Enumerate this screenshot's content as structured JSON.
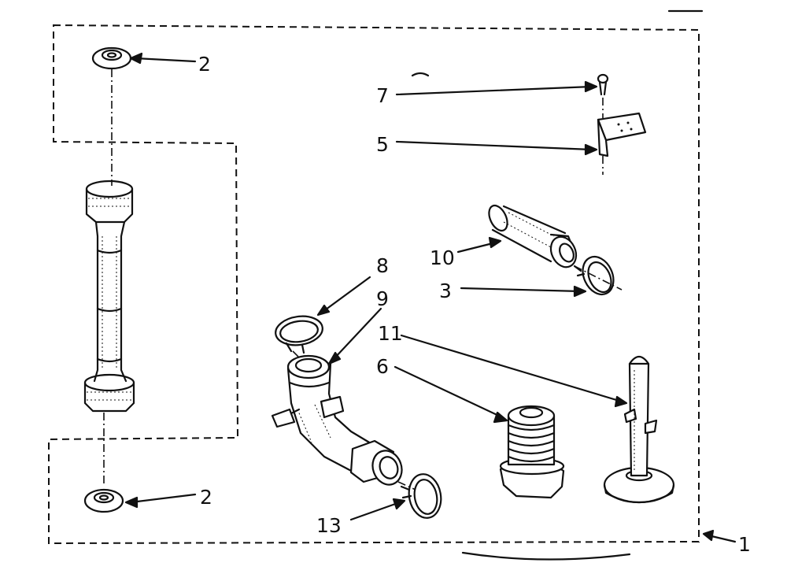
{
  "diagram": {
    "labels": {
      "assembly": "1",
      "foot_top": "2",
      "foot_bottom": "2",
      "clamp_3": "3",
      "bracket": "5",
      "foot_6": "6",
      "screw": "7",
      "clamp_8": "8",
      "hose_elbow": "9",
      "hose_10": "10",
      "foot_11": "11",
      "clamp_13": "13"
    }
  }
}
